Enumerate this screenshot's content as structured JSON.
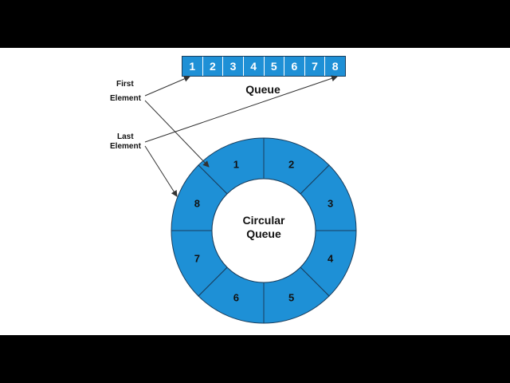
{
  "queue": {
    "cells": [
      "1",
      "2",
      "3",
      "4",
      "5",
      "6",
      "7",
      "8"
    ],
    "caption": "Queue"
  },
  "labels": {
    "first_line1": "First",
    "first_line2": "Element",
    "last_line1": "Last",
    "last_line2": "Element"
  },
  "circular": {
    "segments": [
      "1",
      "2",
      "3",
      "4",
      "5",
      "6",
      "7",
      "8"
    ],
    "center_line1": "Circular",
    "center_line2": "Queue"
  },
  "colors": {
    "fill": "#1e90d6",
    "stroke": "#1a3d5c",
    "arrow": "#333333"
  }
}
